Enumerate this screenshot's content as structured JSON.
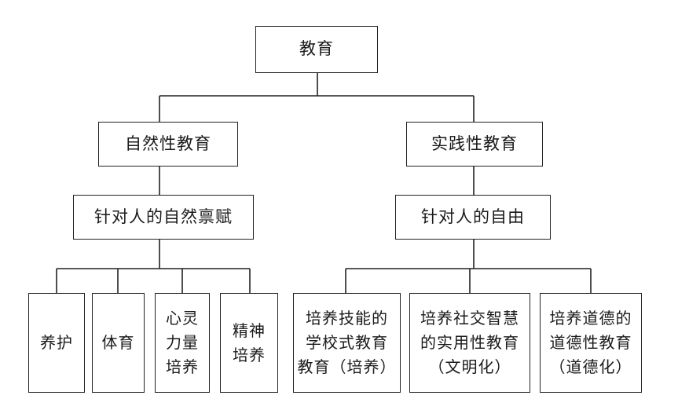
{
  "diagram": {
    "root": "教育",
    "natural": {
      "label": "自然性教育",
      "target": "针对人的自然禀赋",
      "children": [
        "养护",
        "体育",
        "心灵\n力量\n培养",
        "精神\n培养"
      ]
    },
    "practical": {
      "label": "实践性教育",
      "target": "针对人的自由",
      "children": [
        "培养技能的\n学校式教育\n教育（培养）",
        "培养社交智慧\n的实用性教育\n（文明化）",
        "培养道德的\n道德性教育\n（道德化）"
      ]
    }
  }
}
